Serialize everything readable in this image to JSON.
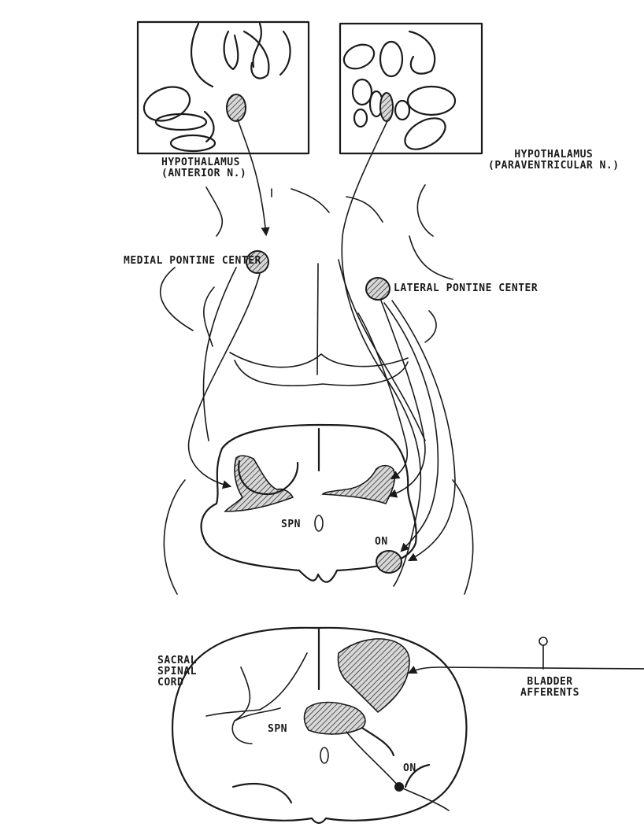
{
  "labels": {
    "hypothalamus_anterior": [
      "HYPOTHALAMUS",
      "(ANTERIOR N.)"
    ],
    "hypothalamus_paraventricular": [
      "HYPOTHALAMUS",
      "(PARAVENTRICULAR N.)"
    ],
    "medial_pontine_center": "MEDIAL PONTINE CENTER",
    "lateral_pontine_center": "LATERAL PONTINE CENTER",
    "spn_upper": "SPN",
    "on_upper": "ON",
    "sacral_spinal_cord": [
      "SACRAL",
      "SPINAL",
      "CORD"
    ],
    "bladder_afferents": [
      "BLADDER",
      "AFFERENTS"
    ],
    "spn_lower": "SPN",
    "on_lower": "ON"
  }
}
